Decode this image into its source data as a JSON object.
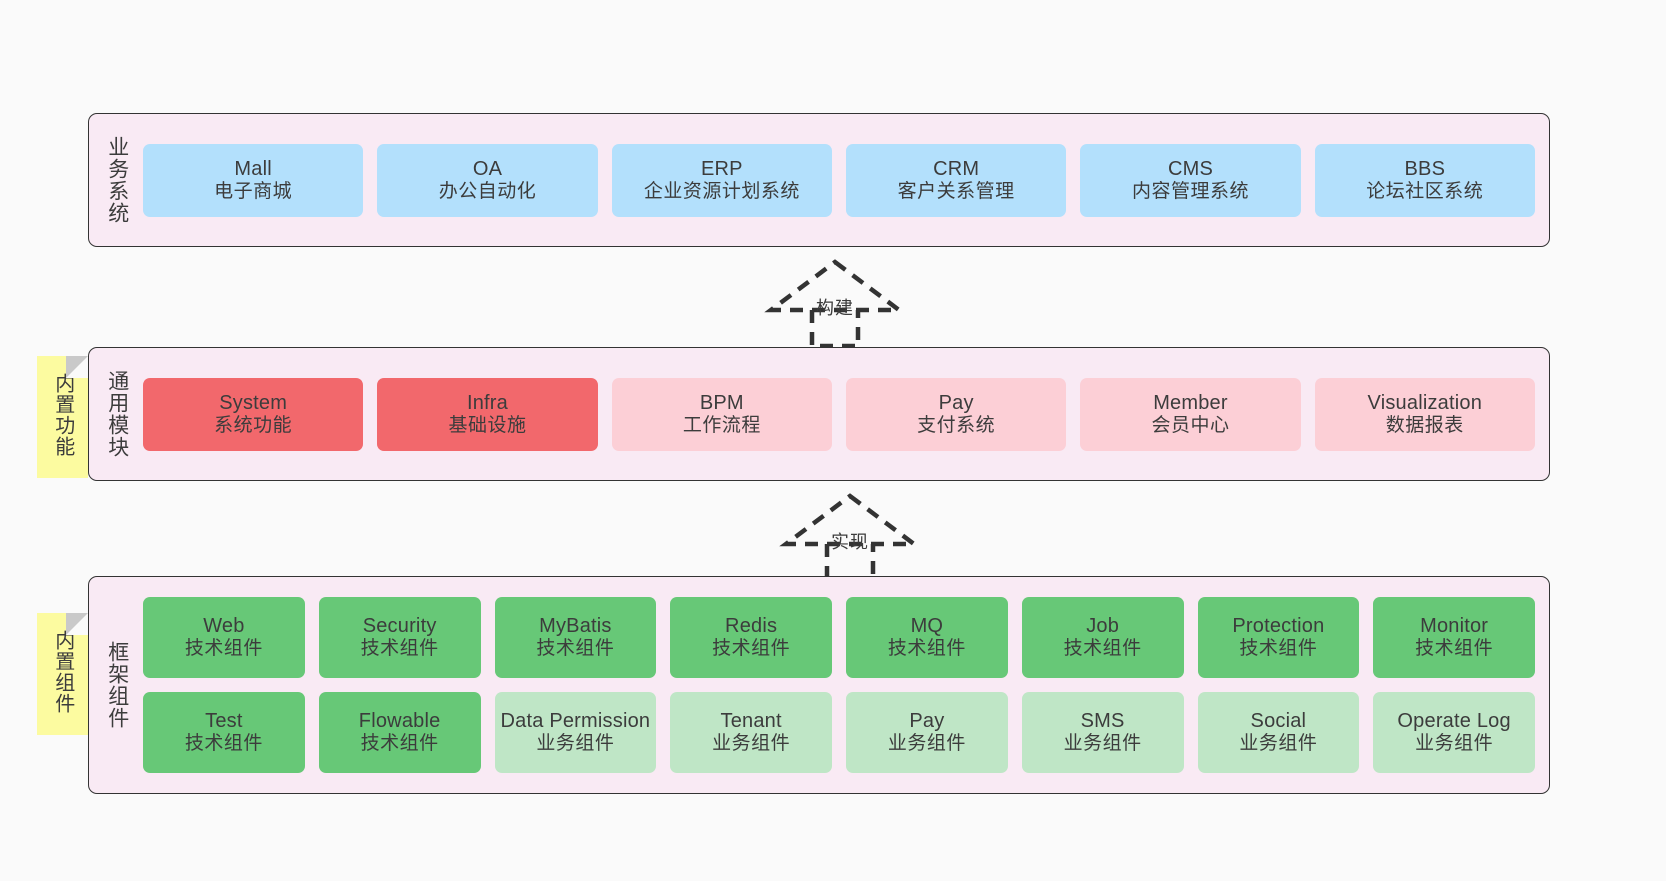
{
  "diagram": {
    "background": "#fafafa",
    "colors": {
      "layer_bg": "#f9eaf4",
      "layer_border": "#333333",
      "business_card": "#b3e0fc",
      "module_core": "#f2686c",
      "module_other": "#fccfd6",
      "tech_component": "#67c877",
      "business_component": "#bfe6c6",
      "note": "#fcfba0"
    }
  },
  "layers": {
    "business": {
      "title": "业务系统",
      "items": [
        {
          "en": "Mall",
          "cn": "电子商城"
        },
        {
          "en": "OA",
          "cn": "办公自动化"
        },
        {
          "en": "ERP",
          "cn": "企业资源计划系统"
        },
        {
          "en": "CRM",
          "cn": "客户关系管理"
        },
        {
          "en": "CMS",
          "cn": "内容管理系统"
        },
        {
          "en": "BBS",
          "cn": "论坛社区系统"
        }
      ]
    },
    "modules": {
      "title": "通用模块",
      "note": "内置功能",
      "items": [
        {
          "en": "System",
          "cn": "系统功能",
          "style": "red"
        },
        {
          "en": "Infra",
          "cn": "基础设施",
          "style": "red"
        },
        {
          "en": "BPM",
          "cn": "工作流程",
          "style": "pink"
        },
        {
          "en": "Pay",
          "cn": "支付系统",
          "style": "pink"
        },
        {
          "en": "Member",
          "cn": "会员中心",
          "style": "pink"
        },
        {
          "en": "Visualization",
          "cn": "数据报表",
          "style": "pink"
        }
      ]
    },
    "framework": {
      "title": "框架组件",
      "note": "内置组件",
      "row1": [
        {
          "en": "Web",
          "cn": "技术组件",
          "style": "green"
        },
        {
          "en": "Security",
          "cn": "技术组件",
          "style": "green"
        },
        {
          "en": "MyBatis",
          "cn": "技术组件",
          "style": "green"
        },
        {
          "en": "Redis",
          "cn": "技术组件",
          "style": "green"
        },
        {
          "en": "MQ",
          "cn": "技术组件",
          "style": "green"
        },
        {
          "en": "Job",
          "cn": "技术组件",
          "style": "green"
        },
        {
          "en": "Protection",
          "cn": "技术组件",
          "style": "green"
        },
        {
          "en": "Monitor",
          "cn": "技术组件",
          "style": "green"
        }
      ],
      "row2": [
        {
          "en": "Test",
          "cn": "技术组件",
          "style": "green"
        },
        {
          "en": "Flowable",
          "cn": "技术组件",
          "style": "green"
        },
        {
          "en": "Data Permission",
          "cn": "业务组件",
          "style": "lgreen"
        },
        {
          "en": "Tenant",
          "cn": "业务组件",
          "style": "lgreen"
        },
        {
          "en": "Pay",
          "cn": "业务组件",
          "style": "lgreen"
        },
        {
          "en": "SMS",
          "cn": "业务组件",
          "style": "lgreen"
        },
        {
          "en": "Social",
          "cn": "业务组件",
          "style": "lgreen"
        },
        {
          "en": "Operate Log",
          "cn": "业务组件",
          "style": "lgreen"
        }
      ]
    }
  },
  "connectors": [
    {
      "name": "build",
      "label": "构建"
    },
    {
      "name": "implement",
      "label": "实现"
    }
  ]
}
